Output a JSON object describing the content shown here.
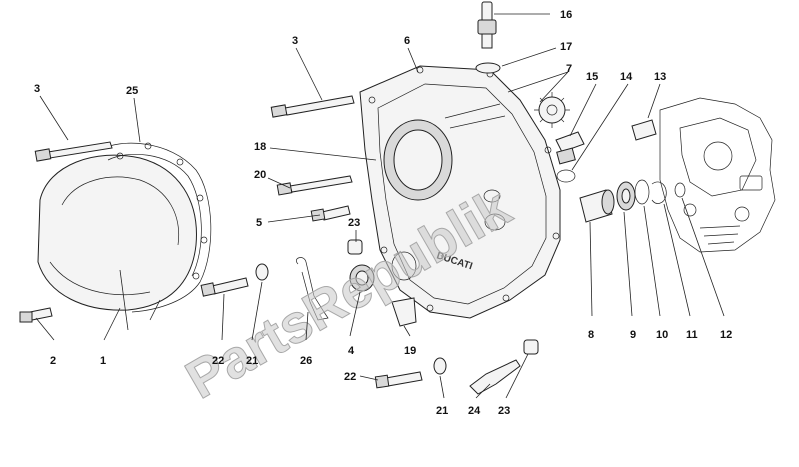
{
  "watermark": "PartsRepublik",
  "cover_brand": "DUCATI",
  "callouts": [
    {
      "id": "c16",
      "label": "16"
    },
    {
      "id": "c3a",
      "label": "3"
    },
    {
      "id": "c6",
      "label": "6"
    },
    {
      "id": "c17",
      "label": "17"
    },
    {
      "id": "c7",
      "label": "7"
    },
    {
      "id": "c15",
      "label": "15"
    },
    {
      "id": "c14",
      "label": "14"
    },
    {
      "id": "c13",
      "label": "13"
    },
    {
      "id": "c3b",
      "label": "3"
    },
    {
      "id": "c25",
      "label": "25"
    },
    {
      "id": "c18",
      "label": "18"
    },
    {
      "id": "c20",
      "label": "20"
    },
    {
      "id": "c5",
      "label": "5"
    },
    {
      "id": "c23a",
      "label": "23"
    },
    {
      "id": "c2",
      "label": "2"
    },
    {
      "id": "c1",
      "label": "1"
    },
    {
      "id": "c22a",
      "label": "22"
    },
    {
      "id": "c21a",
      "label": "21"
    },
    {
      "id": "c26",
      "label": "26"
    },
    {
      "id": "c4",
      "label": "4"
    },
    {
      "id": "c19",
      "label": "19"
    },
    {
      "id": "c8",
      "label": "8"
    },
    {
      "id": "c9",
      "label": "9"
    },
    {
      "id": "c10",
      "label": "10"
    },
    {
      "id": "c11",
      "label": "11"
    },
    {
      "id": "c12",
      "label": "12"
    },
    {
      "id": "c22b",
      "label": "22"
    },
    {
      "id": "c21b",
      "label": "21"
    },
    {
      "id": "c24",
      "label": "24"
    },
    {
      "id": "c23b",
      "label": "23"
    }
  ]
}
